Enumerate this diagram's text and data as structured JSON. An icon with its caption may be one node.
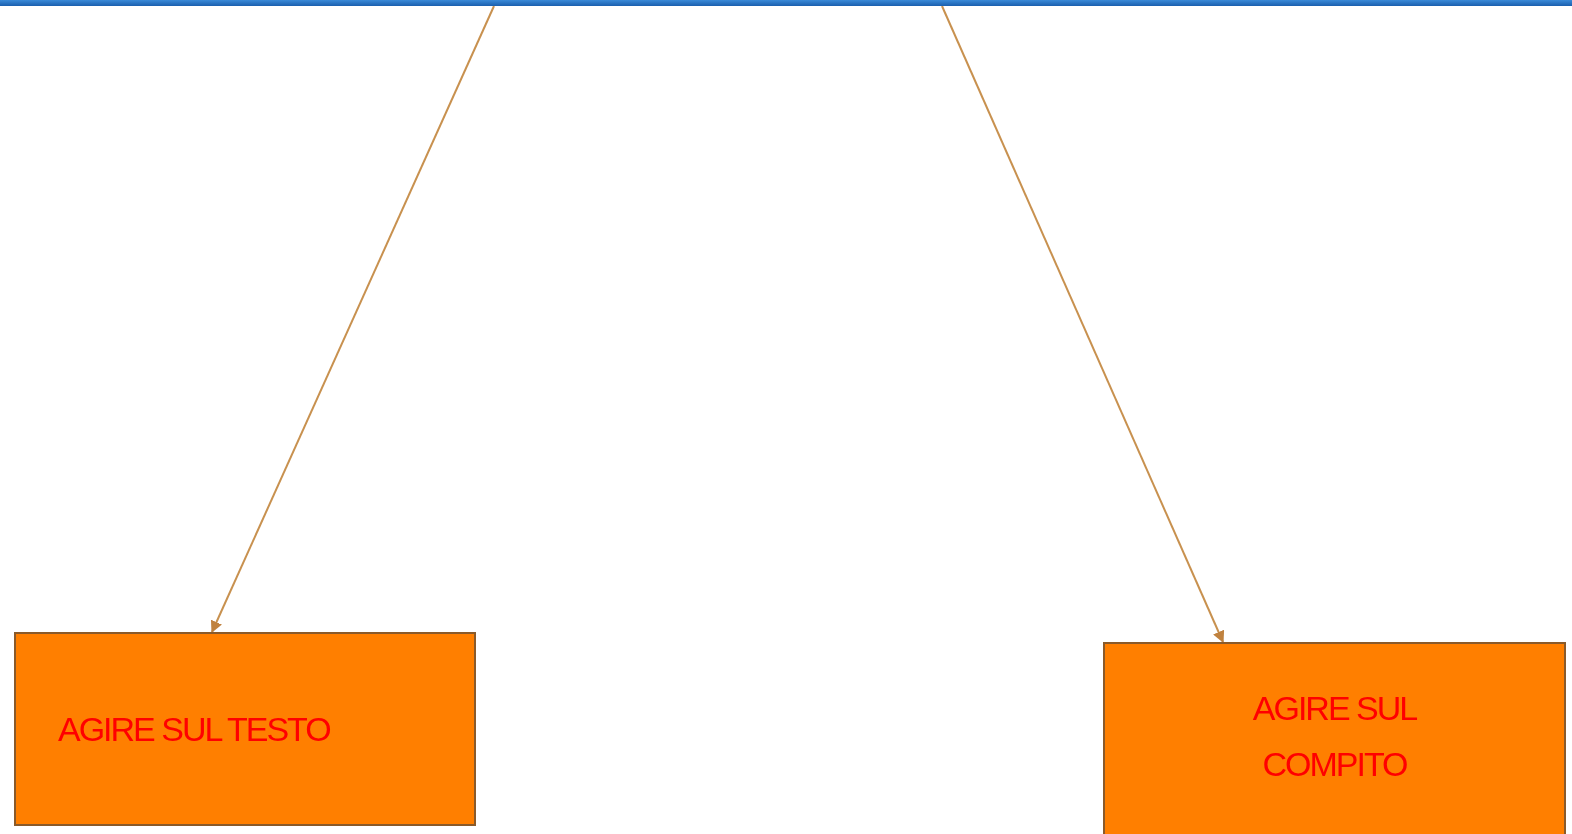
{
  "diagram": {
    "nodes": [
      {
        "text": [],
        "shape": "bar"
      },
      {
        "text": [
          "AGIRE SUL TESTO"
        ]
      },
      {
        "text": [
          "AGIRE SUL COMPITO"
        ]
      }
    ],
    "edges": [
      {
        "from": 0,
        "to": 1,
        "arrow": "to"
      },
      {
        "from": 0,
        "to": 2,
        "arrow": "to"
      }
    ]
  }
}
